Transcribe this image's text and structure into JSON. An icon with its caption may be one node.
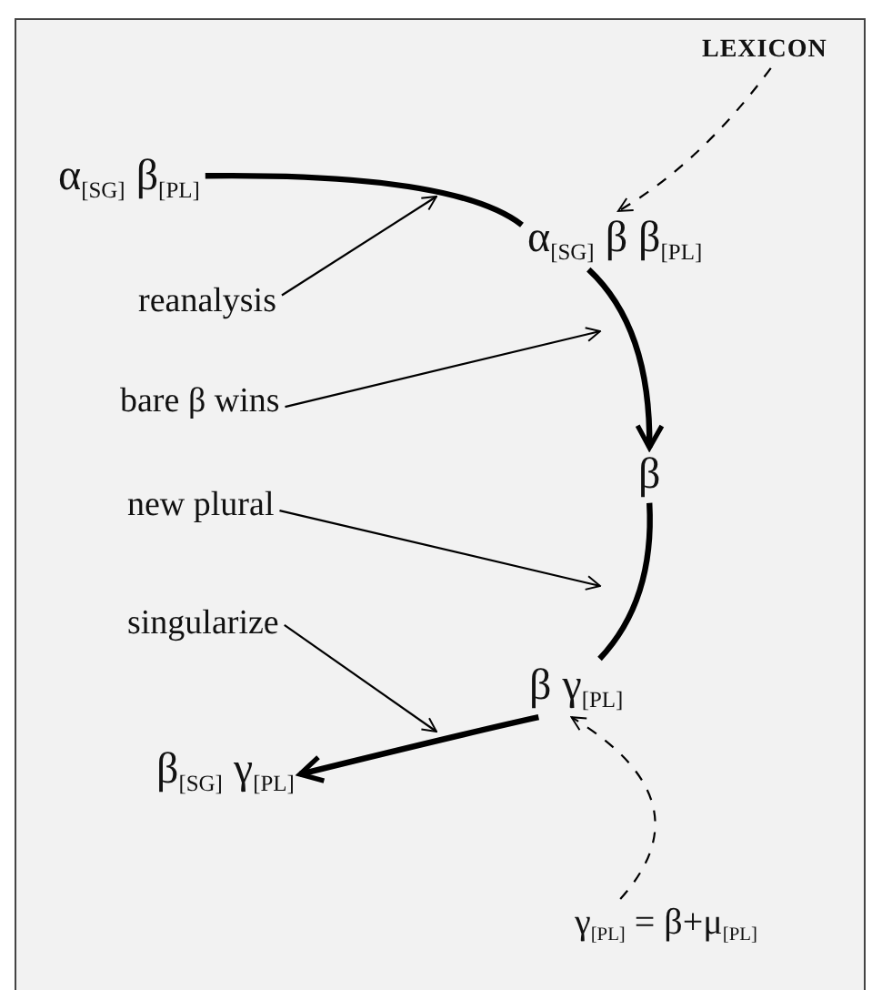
{
  "diagram": {
    "nodes": [
      {
        "text": [
          "α$_{[SG]}$ β$_{[PL]}$"
        ]
      },
      {
        "text": [
          "LEXICON"
        ]
      },
      {
        "text": [
          "α$_{[SG]}$ β β$_{[PL]}$"
        ]
      },
      {
        "text": [
          "reanalysis"
        ]
      },
      {
        "text": [
          "bare β wins"
        ]
      },
      {
        "text": [
          "β"
        ]
      },
      {
        "text": [
          "new plural"
        ]
      },
      {
        "text": [
          "singularize"
        ]
      },
      {
        "text": [
          "β γ$_{[PL]}$"
        ]
      },
      {
        "text": [
          "β$_{[SG]}$ γ$_{[PL]}$"
        ]
      },
      {
        "text": [
          "γ$_{[PL]}$ = β+μ$_{[PL]}$"
        ]
      }
    ],
    "edges": [
      {
        "from": 0,
        "to": 2,
        "arrow": "none",
        "style": "thick"
      },
      {
        "from": 2,
        "to": 5,
        "arrow": "to",
        "style": "thick"
      },
      {
        "from": 5,
        "to": 8,
        "arrow": "none",
        "style": "thick"
      },
      {
        "from": 8,
        "to": 9,
        "arrow": "to",
        "style": "thick"
      },
      {
        "from": 1,
        "to": 2,
        "arrow": "to",
        "style": "dashed"
      },
      {
        "from": 10,
        "to": 8,
        "arrow": "to",
        "style": "dashed"
      },
      {
        "from": 3,
        "to": null,
        "arrow": "to"
      },
      {
        "from": 4,
        "to": null,
        "arrow": "to"
      },
      {
        "from": 6,
        "to": null,
        "arrow": "to"
      },
      {
        "from": 7,
        "to": null,
        "arrow": "to"
      }
    ]
  }
}
